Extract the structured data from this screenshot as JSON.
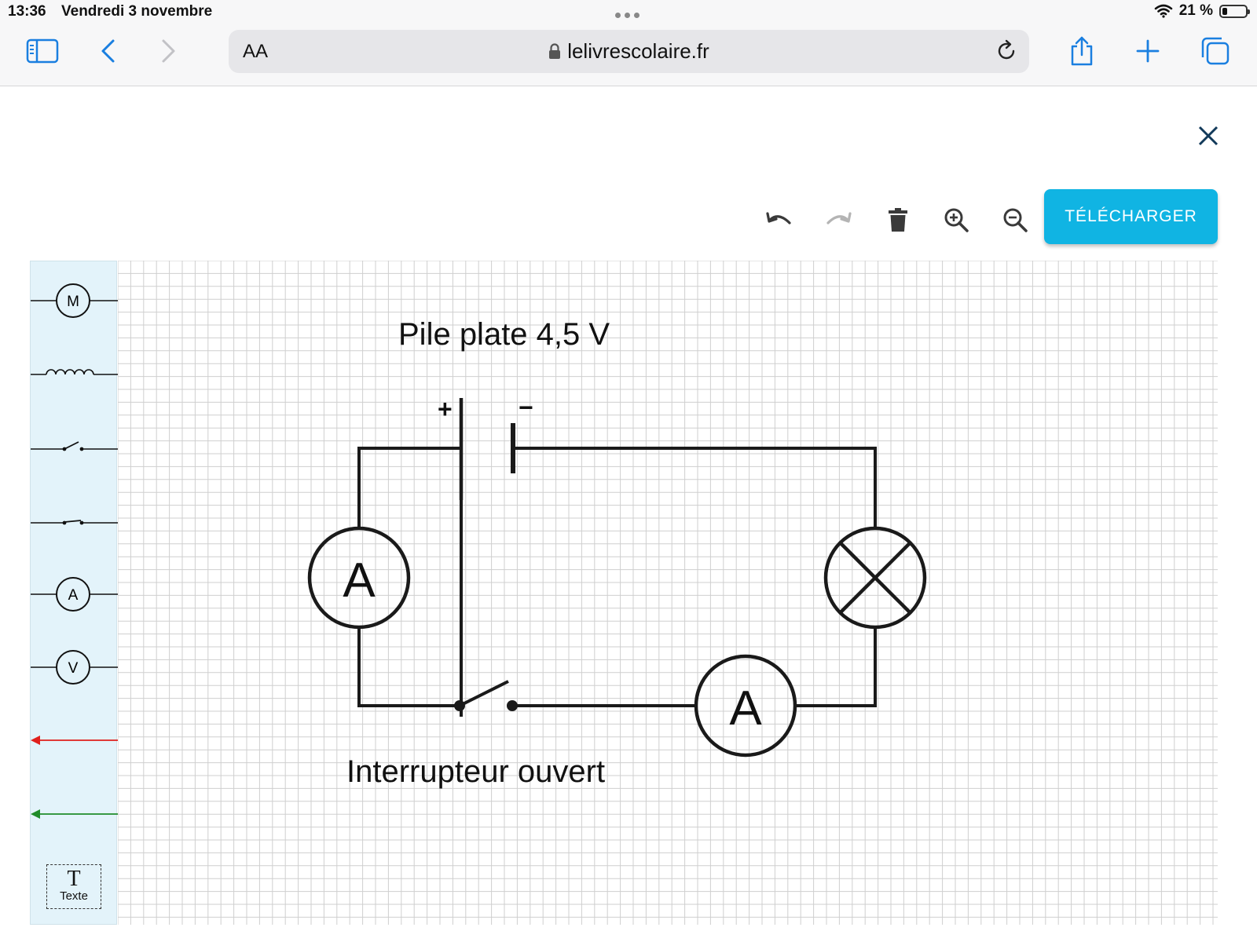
{
  "status_bar": {
    "time": "13:36",
    "date": "Vendredi 3 novembre",
    "battery": "21 %",
    "battery_level": 0.21,
    "icons": [
      "wifi-icon",
      "battery-icon"
    ]
  },
  "browser": {
    "text_size_label": "AA",
    "url": "lelivrescolaire.fr",
    "icons": [
      "sidebar-icon",
      "back-icon",
      "forward-icon",
      "lock-icon",
      "reload-icon",
      "share-icon",
      "plus-icon",
      "tabs-icon"
    ]
  },
  "editor": {
    "download_label": "TÉLÉCHARGER",
    "tools": [
      "undo-icon",
      "redo-icon",
      "trash-icon",
      "zoom-in-icon",
      "zoom-out-icon",
      "close-icon"
    ],
    "palette": {
      "motor_label": "M",
      "ammeter_label": "A",
      "voltmeter_label": "V",
      "text_tool_glyph": "T",
      "text_tool_label": "Texte",
      "arrow_colors": [
        "#e0201c",
        "#1f8c2a"
      ]
    },
    "diagram": {
      "battery_label": "Pile plate 4,5 V",
      "battery_plus": "+",
      "battery_minus": "−",
      "ammeter_1_label": "A",
      "ammeter_2_label": "A",
      "switch_label": "Interrupteur ouvert"
    }
  },
  "colors": {
    "accent": "#10b4e3",
    "palette_bg": "#e3f3fa",
    "grid_line": "#cfcfcf"
  }
}
